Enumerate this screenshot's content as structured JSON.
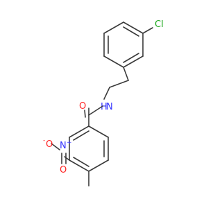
{
  "molecule": {
    "atoms": [
      {
        "id": "cl",
        "label": "Cl",
        "color": "#22aa22"
      },
      {
        "id": "nh",
        "label": "H",
        "color": "#3333ff"
      },
      {
        "id": "n_amide",
        "label": "N",
        "color": "#3333ff"
      },
      {
        "id": "o_amide",
        "label": "O",
        "color": "#ff2222"
      },
      {
        "id": "n_nitro",
        "label": "N",
        "color": "#3333ff"
      },
      {
        "id": "o_nitro_top",
        "label": "O",
        "color": "#ff2222"
      },
      {
        "id": "o_nitro_bottom",
        "label": "O",
        "color": "#ff2222"
      }
    ],
    "charges": {
      "nitro_n": "+",
      "nitro_o": "-"
    },
    "colors": {
      "bond": "#3a3a3a",
      "nitrogen": "#3333ff",
      "oxygen": "#ff2222",
      "chlorine": "#22aa22"
    }
  }
}
